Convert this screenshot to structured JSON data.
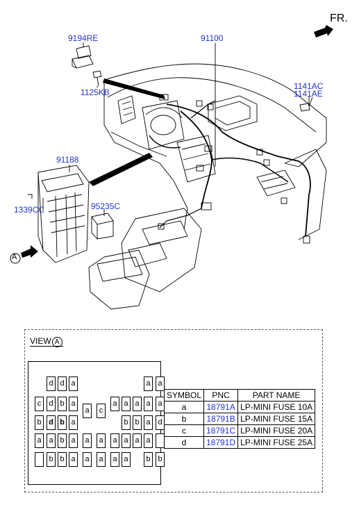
{
  "orientation": {
    "label": "FR."
  },
  "parts": {
    "p9194RE": "9194RE",
    "p1125KB": "1125KB",
    "p91100": "91100",
    "p1141AC": "1141AC",
    "p1141AE": "1141AE",
    "p91188": "91188",
    "p1339CC": "1339CC",
    "p95235C": "95235C"
  },
  "view_marker": "A",
  "view": {
    "label": "VIEW",
    "marker": "A"
  },
  "fuse_grid": [
    [
      "",
      "d",
      "d",
      "a",
      "",
      "",
      "",
      "",
      "",
      "a",
      "a"
    ],
    [
      "c",
      "d",
      "b",
      "a",
      "a",
      "c",
      "a",
      "a",
      "a",
      "a",
      "a"
    ],
    [
      "b",
      "d",
      "b",
      "a",
      "",
      "",
      "",
      "b",
      "b",
      "a",
      "d"
    ],
    [
      "a",
      "a",
      "b",
      "a",
      "a",
      "a",
      "a",
      "a",
      "a",
      "a",
      ""
    ],
    [
      "",
      "b",
      "b",
      "a",
      "a",
      "a",
      "a",
      "a",
      "",
      "b",
      "b"
    ]
  ],
  "fuse_table": {
    "headers": [
      "SYMBOL",
      "PNC",
      "PART NAME"
    ],
    "rows": [
      {
        "symbol": "a",
        "pnc": "18791A",
        "name": "LP-MINI FUSE 10A"
      },
      {
        "symbol": "b",
        "pnc": "18791B",
        "name": "LP-MINI FUSE 15A"
      },
      {
        "symbol": "c",
        "pnc": "18791C",
        "name": "LP-MINI FUSE 20A"
      },
      {
        "symbol": "d",
        "pnc": "18791D",
        "name": "LP-MINI FUSE 25A"
      }
    ]
  },
  "colors": {
    "part_number": "#2233cc",
    "line": "#000000"
  }
}
